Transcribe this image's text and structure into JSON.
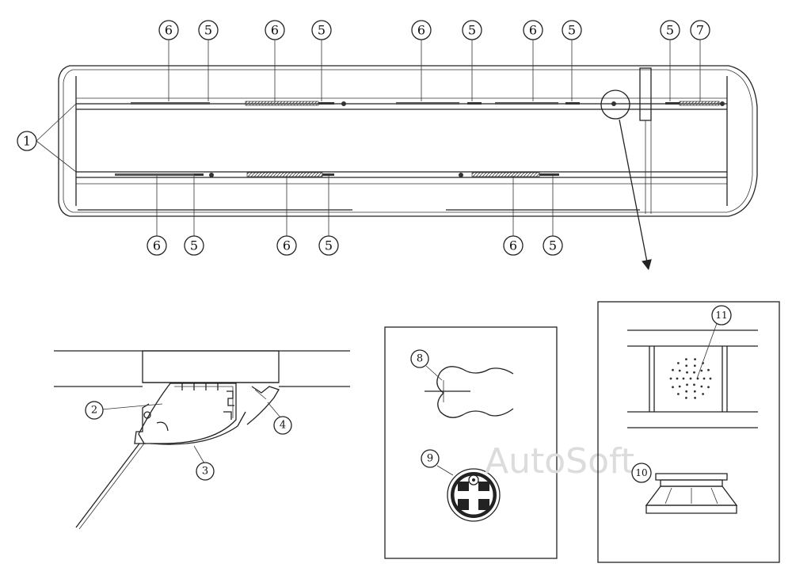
{
  "watermark": "AutoSoft",
  "callouts": {
    "c1": "1",
    "c2": "2",
    "c3": "3",
    "c4": "4",
    "c5": "5",
    "c6": "6",
    "c7": "7",
    "c8": "8",
    "c9": "9",
    "c10": "10",
    "c11": "11"
  }
}
